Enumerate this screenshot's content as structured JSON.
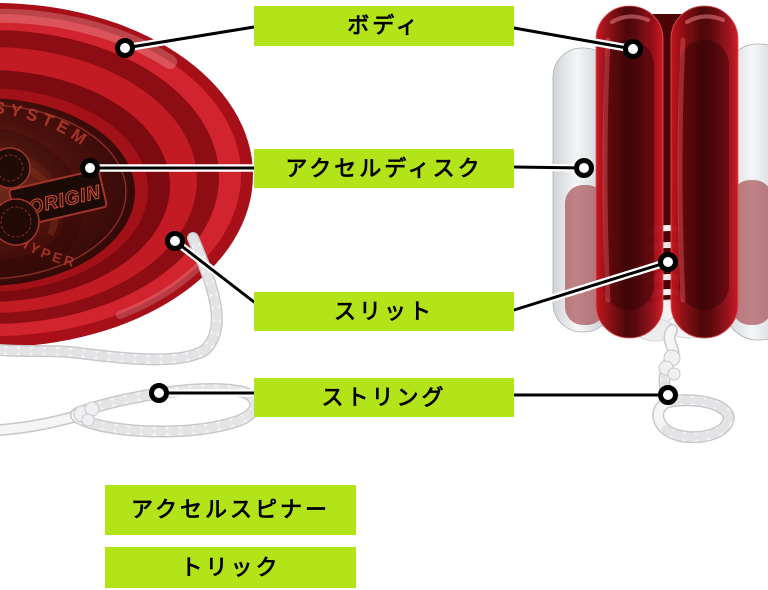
{
  "diagram": {
    "name": "hyper-yoyo-parts-diagram",
    "background": "#ffffff"
  },
  "colors": {
    "label_bg": "#b3e41a",
    "label_text": "#000000",
    "callout_line": "#000000",
    "callout_outline": "#ffffff",
    "anchor_dot_fill": "#ffffff",
    "yoyo_red_bright": "#d2242e",
    "yoyo_red_dark": "#5f070a",
    "string_white": "#f5f5f6"
  },
  "labels": {
    "body": "ボディ",
    "accel_disc": "アクセルディスク",
    "slit": "スリット",
    "string": "ストリング",
    "accel_spinner": "アクセルスピナー",
    "trick": "トリック"
  },
  "yoyo_graphics": {
    "cap_arc_text_top": "SYSTEM",
    "cap_arc_text_bottom": "HYPER",
    "cap_banner_text": "LORIGIN"
  }
}
